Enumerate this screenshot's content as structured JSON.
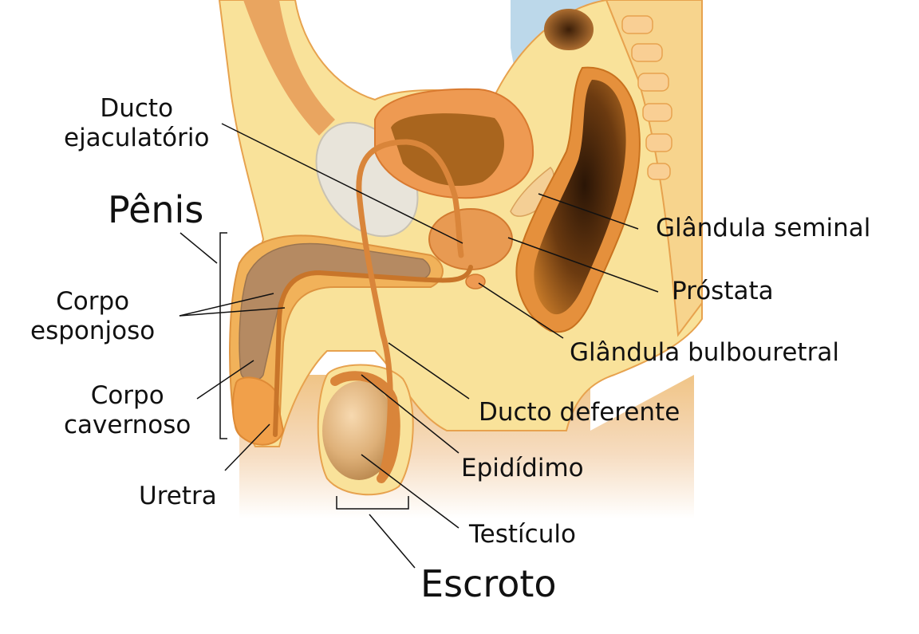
{
  "labels": {
    "ducto_ejaculatorio": [
      "Ducto",
      "ejaculatório"
    ],
    "penis": "Pênis",
    "corpo_esponjoso": [
      "Corpo",
      "esponjoso"
    ],
    "corpo_cavernoso": [
      "Corpo",
      "cavernoso"
    ],
    "uretra": "Uretra",
    "glandula_seminal": "Glândula seminal",
    "prostata": "Próstata",
    "glandula_bulbouretral": "Glândula bulbouretral",
    "ducto_deferente": "Ducto deferente",
    "epididimo": "Epidídimo",
    "testiculo": "Testículo",
    "escroto": "Escroto"
  }
}
